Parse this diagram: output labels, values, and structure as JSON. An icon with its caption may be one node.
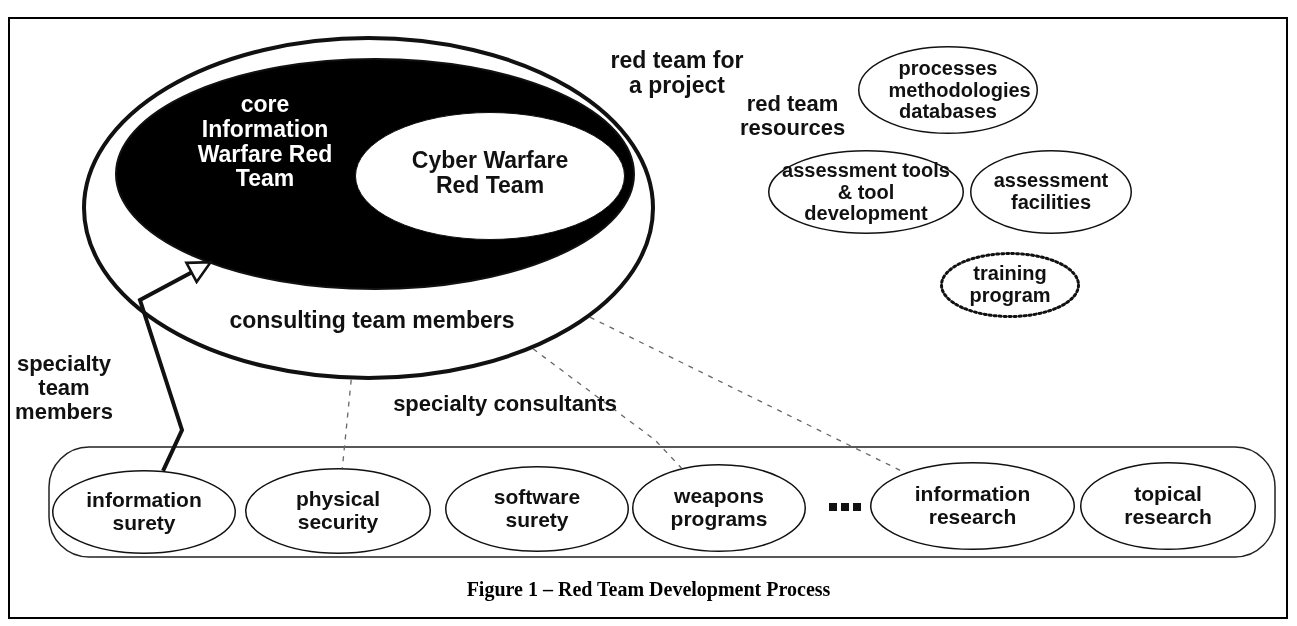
{
  "diagram": {
    "caption": "Figure 1 – Red Team Development Process",
    "nodes": [
      {
        "text": [
          "red team for a project",
          "consulting team members"
        ]
      },
      {
        "text": [
          "core Information Warfare Red Team"
        ],
        "in": 0
      },
      {
        "text": [
          "Cyber Warfare Red Team"
        ],
        "in": 1
      },
      {
        "text": [],
        "shape": "box"
      },
      {
        "text": [
          "information surety"
        ],
        "in": 3
      },
      {
        "text": [
          "physical security"
        ],
        "in": 3
      },
      {
        "text": [
          "software surety"
        ],
        "in": 3
      },
      {
        "text": [
          "weapons programs"
        ],
        "in": 3
      },
      {
        "text": [
          "information research"
        ],
        "in": 3
      },
      {
        "text": [
          "topical research"
        ],
        "in": 3
      },
      {
        "text": [
          "processes methodologies databases"
        ]
      },
      {
        "text": [
          "assessment tools & tool development"
        ]
      },
      {
        "text": [
          "assessment facilities"
        ]
      },
      {
        "text": [
          "training program"
        ]
      }
    ],
    "edges": [
      {
        "from": 4,
        "to": 1,
        "arrow": "to",
        "style": "thick",
        "label": "specialty team members"
      },
      {
        "from": 0,
        "to": 5,
        "arrow": "none",
        "style": "dashed"
      },
      {
        "from": 0,
        "to": 7,
        "arrow": "none",
        "style": "dashed"
      },
      {
        "from": 0,
        "to": 8,
        "arrow": "none",
        "style": "dashed"
      }
    ],
    "labels": [
      "red team resources",
      "specialty consultants"
    ]
  }
}
